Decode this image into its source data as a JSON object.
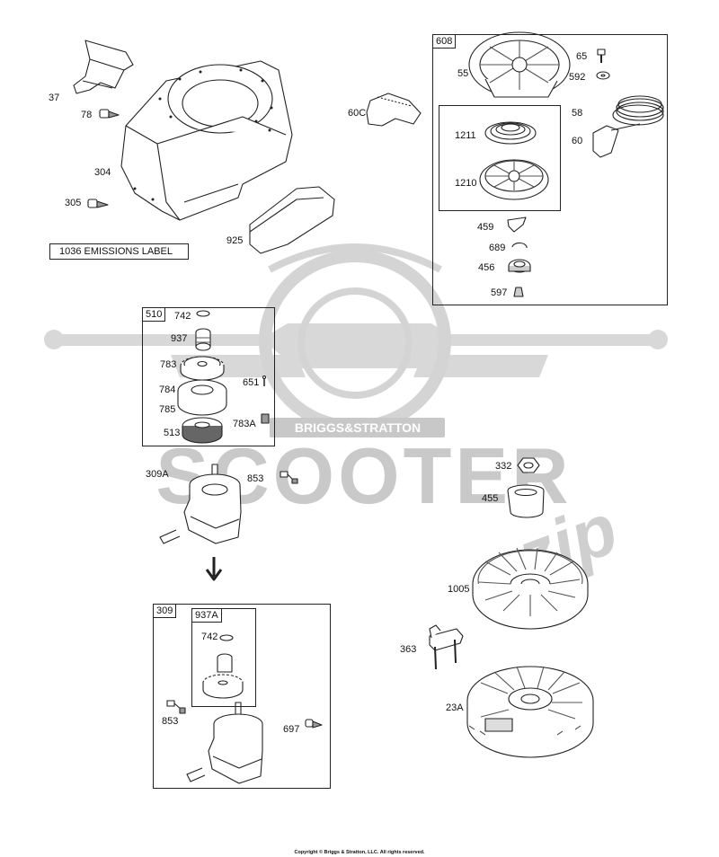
{
  "watermark": {
    "brand_band": "BRIGGS&STRATTON",
    "wordmark": "SCOOTER",
    "script_mark": "zip",
    "color": "#bdbdbd"
  },
  "emissions_label": "1036 EMISSIONS LABEL",
  "boxes": {
    "recoil": "608",
    "drive": "510",
    "starter": "309",
    "drive_kit": "937A"
  },
  "callouts": {
    "c37": "37",
    "c78": "78",
    "c304": "304",
    "c305": "305",
    "c925": "925",
    "c60c": "60C",
    "c55": "55",
    "c65": "65",
    "c592": "592",
    "c58": "58",
    "c60": "60",
    "c1211": "1211",
    "c1210": "1210",
    "c459": "459",
    "c689": "689",
    "c456": "456",
    "c597": "597",
    "c742a": "742",
    "c937": "937",
    "c783": "783",
    "c651": "651",
    "c784": "784",
    "c785": "785",
    "c783a": "783A",
    "c513": "513",
    "c309a": "309A",
    "c853a": "853",
    "c742b": "742",
    "c853b": "853",
    "c697": "697",
    "c332": "332",
    "c455": "455",
    "c1005": "1005",
    "c363": "363",
    "c23a": "23A"
  },
  "copyright": "Copyright © Briggs & Stratton, LLC. All rights reserved.",
  "colors": {
    "line": "#222222",
    "part_fill": "#ffffff",
    "shade": "#d0d0d0",
    "dark": "#555555"
  }
}
